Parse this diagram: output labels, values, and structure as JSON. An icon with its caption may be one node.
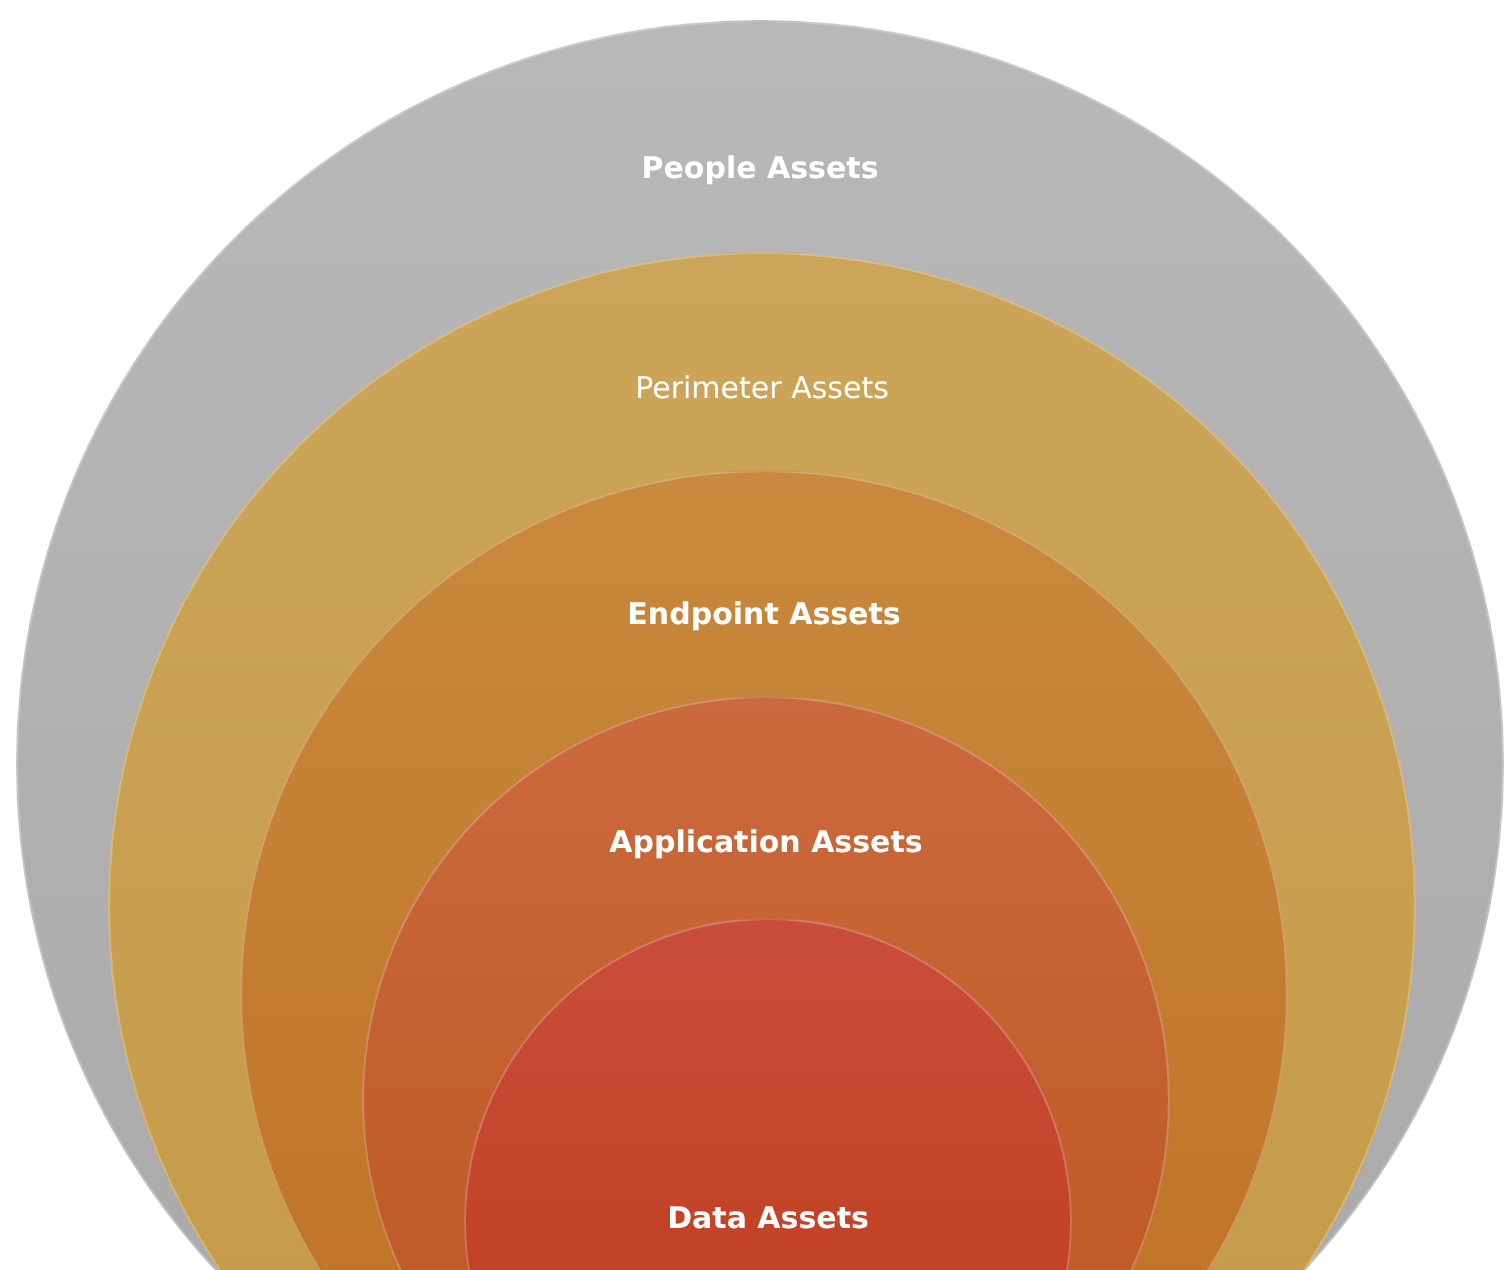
{
  "diagram": {
    "nodes": [
      {
        "text": [
          "People Assets"
        ]
      },
      {
        "text": [
          "Perimeter Assets"
        ],
        "in": 0
      },
      {
        "text": [
          "Endpoint Assets"
        ],
        "in": 1
      },
      {
        "text": [
          "Application Assets"
        ],
        "in": 2
      },
      {
        "text": [
          "Data Assets"
        ],
        "in": 3
      }
    ]
  }
}
